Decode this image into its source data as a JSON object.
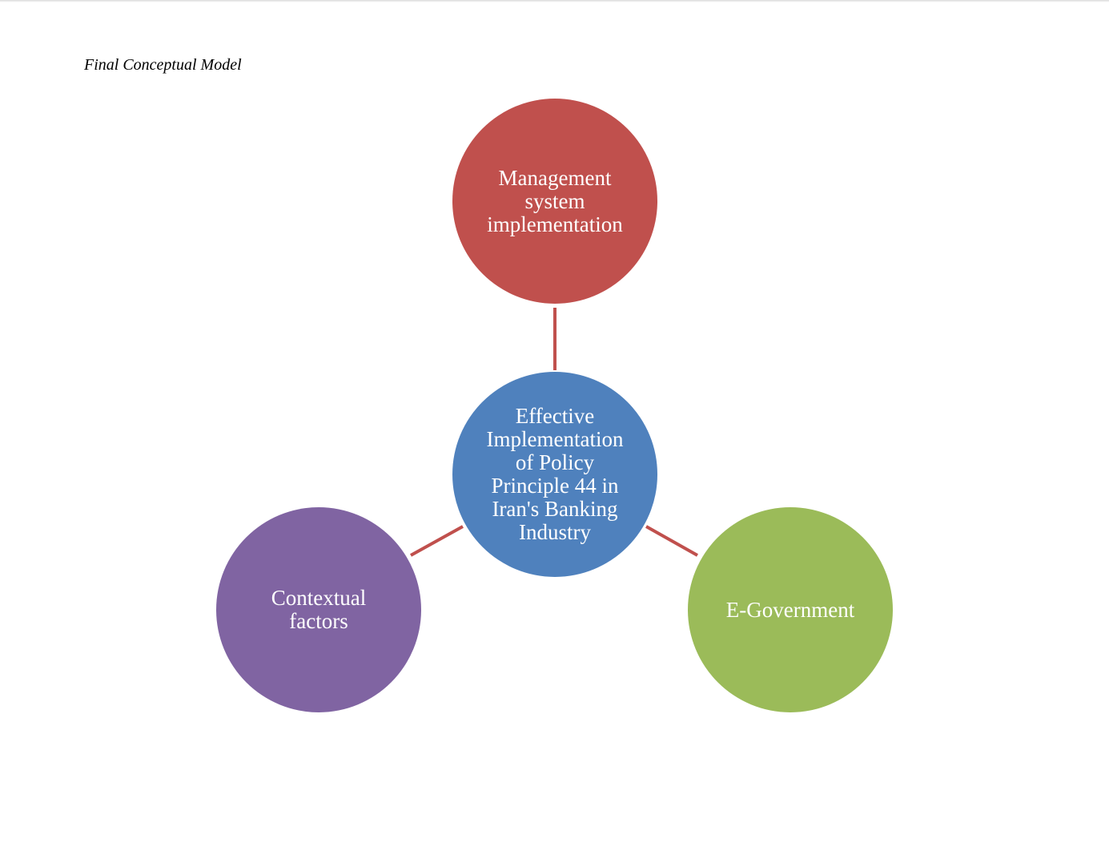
{
  "caption": "Final Conceptual Model",
  "colors": {
    "connector": "#c0504d",
    "center": "#4f81bd",
    "top": "#c0504d",
    "left": "#8064a2",
    "right": "#9bbb59"
  },
  "nodes": {
    "center": {
      "lines": [
        "Effective",
        "Implementation",
        "of Policy",
        "Principle 44 in",
        "Iran's Banking",
        "Industry"
      ]
    },
    "top": {
      "lines": [
        "Management",
        "system",
        "implementation"
      ]
    },
    "left": {
      "lines": [
        "Contextual",
        "factors"
      ]
    },
    "right": {
      "lines": [
        "E-Government"
      ]
    }
  }
}
